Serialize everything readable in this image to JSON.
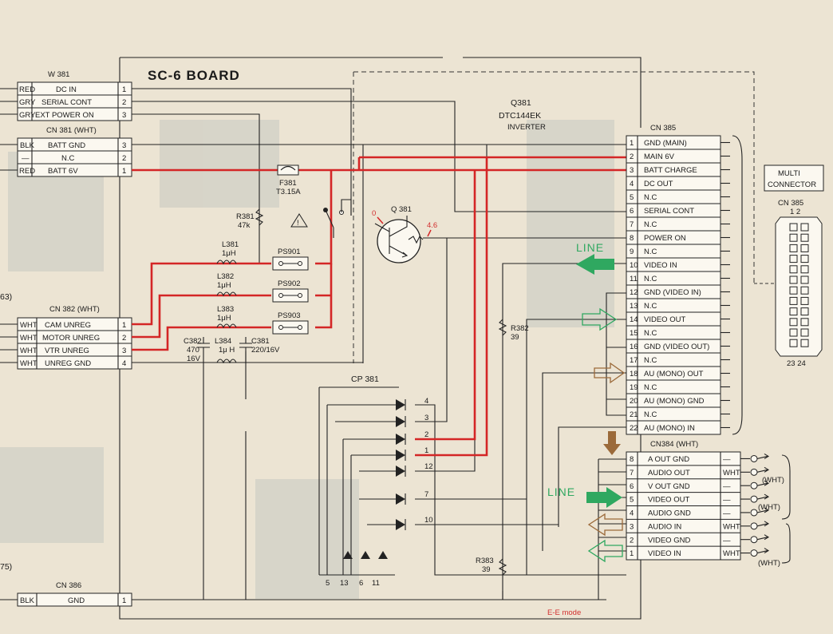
{
  "board": {
    "title": "SC-6 BOARD",
    "mode_note": "E-E mode"
  },
  "left_refs": {
    "ref1": "63)",
    "ref2": "75)"
  },
  "w381": {
    "name": "W 381",
    "rows": [
      {
        "color": "RED",
        "signal": "DC IN",
        "pin": "1"
      },
      {
        "color": "GRY",
        "signal": "SERIAL CONT",
        "pin": "2"
      },
      {
        "color": "GRY",
        "signal": "EXT POWER ON",
        "pin": "3"
      }
    ]
  },
  "cn381": {
    "name": "CN 381 (WHT)",
    "rows": [
      {
        "color": "BLK",
        "signal": "BATT GND",
        "pin": "3"
      },
      {
        "color": "—",
        "signal": "N.C",
        "pin": "2"
      },
      {
        "color": "RED",
        "signal": "BATT 6V",
        "pin": "1"
      }
    ]
  },
  "cn382": {
    "name": "CN 382 (WHT)",
    "rows": [
      {
        "color": "WHT",
        "signal": "CAM UNREG",
        "pin": "1"
      },
      {
        "color": "WHT",
        "signal": "MOTOR UNREG",
        "pin": "2"
      },
      {
        "color": "WHT",
        "signal": "VTR UNREG",
        "pin": "3"
      },
      {
        "color": "WHT",
        "signal": "UNREG GND",
        "pin": "4"
      }
    ]
  },
  "cn386": {
    "name": "CN 386",
    "rows": [
      {
        "color": "BLK",
        "signal": "GND",
        "pin": "1"
      }
    ]
  },
  "cn385": {
    "name": "CN 385",
    "rows": [
      {
        "pin": "1",
        "signal": "GND (MAIN)"
      },
      {
        "pin": "2",
        "signal": "MAIN 6V"
      },
      {
        "pin": "3",
        "signal": "BATT CHARGE"
      },
      {
        "pin": "4",
        "signal": "DC OUT"
      },
      {
        "pin": "5",
        "signal": "N.C"
      },
      {
        "pin": "6",
        "signal": "SERIAL CONT"
      },
      {
        "pin": "7",
        "signal": "N.C"
      },
      {
        "pin": "8",
        "signal": "POWER ON"
      },
      {
        "pin": "9",
        "signal": "N.C"
      },
      {
        "pin": "10",
        "signal": "VIDEO IN"
      },
      {
        "pin": "11",
        "signal": "N.C"
      },
      {
        "pin": "12",
        "signal": "GND (VIDEO IN)"
      },
      {
        "pin": "13",
        "signal": "N.C"
      },
      {
        "pin": "14",
        "signal": "VIDEO OUT"
      },
      {
        "pin": "15",
        "signal": "N.C"
      },
      {
        "pin": "16",
        "signal": "GND (VIDEO OUT)"
      },
      {
        "pin": "17",
        "signal": "N.C"
      },
      {
        "pin": "18",
        "signal": "AU (MONO) OUT"
      },
      {
        "pin": "19",
        "signal": "N.C"
      },
      {
        "pin": "20",
        "signal": "AU (MONO) GND"
      },
      {
        "pin": "21",
        "signal": "N.C"
      },
      {
        "pin": "22",
        "signal": "AU (MONO) IN"
      }
    ]
  },
  "cn384": {
    "name": "CN384 (WHT)",
    "rows": [
      {
        "pin": "8",
        "signal": "A OUT GND",
        "color": "—"
      },
      {
        "pin": "7",
        "signal": "AUDIO OUT",
        "color": "WHT"
      },
      {
        "pin": "6",
        "signal": "V OUT GND",
        "color": "—"
      },
      {
        "pin": "5",
        "signal": "VIDEO OUT",
        "color": "—"
      },
      {
        "pin": "4",
        "signal": "AUDIO GND",
        "color": "—"
      },
      {
        "pin": "3",
        "signal": "AUDIO IN",
        "color": "WHT"
      },
      {
        "pin": "2",
        "signal": "VIDEO GND",
        "color": "—"
      },
      {
        "pin": "1",
        "signal": "VIDEO IN",
        "color": "WHT"
      }
    ],
    "jack_labels": [
      "(WHT)",
      "(WHT)",
      "(WHT)"
    ]
  },
  "multi_connector": {
    "title_line1": "MULTI",
    "title_line2": "CONNECTOR",
    "ref": "CN 385",
    "top_pins": "1  2",
    "bottom_pins": "23 24"
  },
  "transistor": {
    "ref": "Q381",
    "part": "DTC144EK",
    "function": "INVERTER",
    "ref_small": "Q 381",
    "v_base": "0",
    "v_collector": "4.6"
  },
  "fuse": {
    "ref": "F381",
    "rating": "T3.15A"
  },
  "resistors": {
    "r381": "R381",
    "r381_val": "47k",
    "r382": "R382",
    "r382_val": "39",
    "r383": "R383",
    "r383_val": "39"
  },
  "inductors": [
    {
      "ref": "L381",
      "val": "1μH"
    },
    {
      "ref": "L382",
      "val": "1μH"
    },
    {
      "ref": "L383",
      "val": "1μH"
    },
    {
      "ref": "L384",
      "val": "1μ H"
    }
  ],
  "caps": {
    "c382": "C382",
    "c382_v1": "470",
    "c382_v2": "16V",
    "c381": "C381",
    "c381_val": "220/16V"
  },
  "protectors": [
    "PS901",
    "PS902",
    "PS903"
  ],
  "cp381": {
    "ref": "CP 381",
    "pins_right": [
      "4",
      "3",
      "2",
      "1",
      "12",
      "7",
      "10"
    ],
    "pins_bottom": [
      "5",
      "13",
      "6",
      "11"
    ]
  },
  "arrows": {
    "line_top": "LINE",
    "line_bottom": "LINE"
  },
  "colors": {
    "red_wire": "#d42626",
    "green_arrow": "#2fa860",
    "brown_arrow": "#9b6a3a",
    "board_line": "#222222",
    "paper": "#ece4d3"
  }
}
